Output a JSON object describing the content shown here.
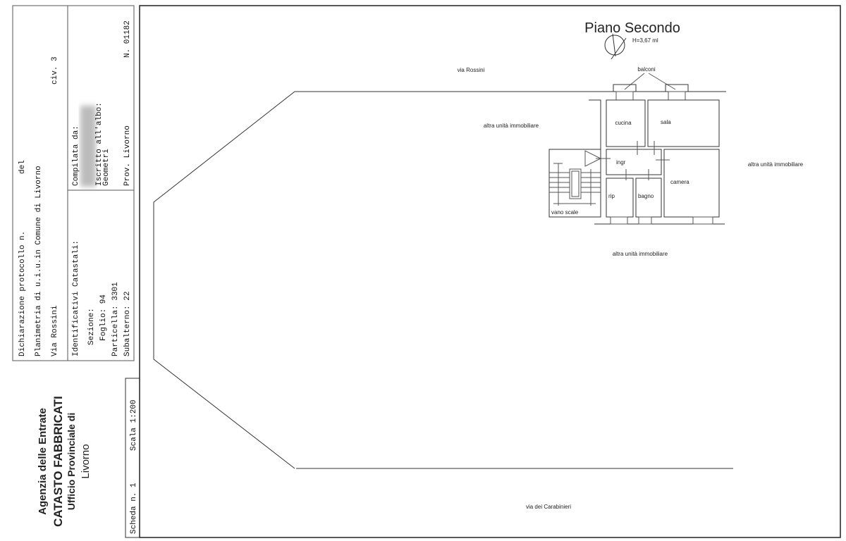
{
  "header_block": {
    "protocol_label": "Dichiarazione protocollo n.",
    "del_label": "del",
    "planimetria": "Planimetria di u.i.u.in Comune di Livorno",
    "address": "Via Rossini",
    "civic": "civ. 3"
  },
  "identificativi": {
    "title": "Identificativi Catastali:",
    "sezione": "Sezione:",
    "foglio": "Foglio: 94",
    "particella": "Particella: 3301",
    "subalterno": "Subalterno: 22"
  },
  "compilata": {
    "title": "Compilata da:",
    "iscritto": "Iscritto all'albo:",
    "albo": "Geometri",
    "prov": "Prov. Livorno",
    "numero": "N. 01182"
  },
  "agency": {
    "line1": "Agenzia delle Entrate",
    "line2": "CATASTO FABBRICATI",
    "line3": "Ufficio Provinciale di",
    "line4": "Livorno"
  },
  "scheda": {
    "scheda": "Scheda n. 1",
    "scala": "Scala 1:200"
  },
  "plan": {
    "title": "Piano Secondo",
    "height": "H=3,67 ml",
    "street_top": "via Rossini",
    "street_bottom": "via dei Carabinieri",
    "balconi": "balconi",
    "altra_left": "altra unità immobiliare",
    "altra_right": "altra unità immobiliare",
    "altra_bottom": "altra unità immobiliare",
    "rooms": {
      "cucina": "cucina",
      "sala": "sala",
      "ingr": "ingr",
      "camera": "camera",
      "rip": "rip",
      "bagno": "bagno",
      "vano_scale": "vano scale"
    }
  }
}
